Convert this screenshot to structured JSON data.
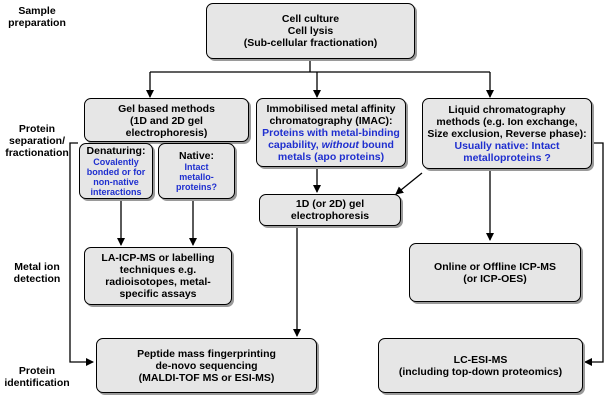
{
  "stages": {
    "sample_preparation": "Sample preparation",
    "protein_separation": "Protein separation/ fractionation",
    "metal_ion_detection": "Metal ion detection",
    "protein_identification": "Protein identification"
  },
  "boxes": {
    "cell_culture": [
      "Cell culture",
      "Cell lysis",
      "(Sub-cellular fractionation)"
    ],
    "gel_based": [
      "Gel based methods",
      "(1D and 2D gel",
      "electrophoresis)"
    ],
    "denaturing": {
      "title": "Denaturing:",
      "lines": [
        "Covalently",
        "bonded or for",
        "non-native",
        "interactions"
      ]
    },
    "native": {
      "title": "Native:",
      "lines": [
        "Intact",
        "metallo-",
        "proteins?"
      ]
    },
    "imac": {
      "lines": [
        "Immobilised metal affinity",
        "chromatography (IMAC):"
      ],
      "blue_line1": "Proteins with metal-binding",
      "blue_line2_pre": "capability, ",
      "blue_line2_em": "without",
      "blue_line2_post": " bound",
      "blue_line3": "metals (apo proteins)"
    },
    "liquid_chrom": {
      "lines": [
        "Liquid chromatography",
        "methods (e.g. Ion exchange,",
        "Size exclusion, Reverse phase):"
      ],
      "blue_lines": [
        "Usually native: Intact",
        "metalloproteins ?"
      ]
    },
    "gel_1d2d": [
      "1D (or 2D) gel",
      "electrophoresis"
    ],
    "la_icp": [
      "LA-ICP-MS or labelling",
      "techniques e.g.",
      "radioisotopes, metal-",
      "specific assays"
    ],
    "icp_ms": [
      "Online or Offline ICP-MS",
      "(or ICP-OES)"
    ],
    "peptide": [
      "Peptide mass fingerprinting",
      "de-novo sequencing",
      "(MALDI-TOF MS or ESI-MS)"
    ],
    "lc_esi": [
      "LC-ESI-MS",
      "(including top-down proteomics)"
    ]
  }
}
